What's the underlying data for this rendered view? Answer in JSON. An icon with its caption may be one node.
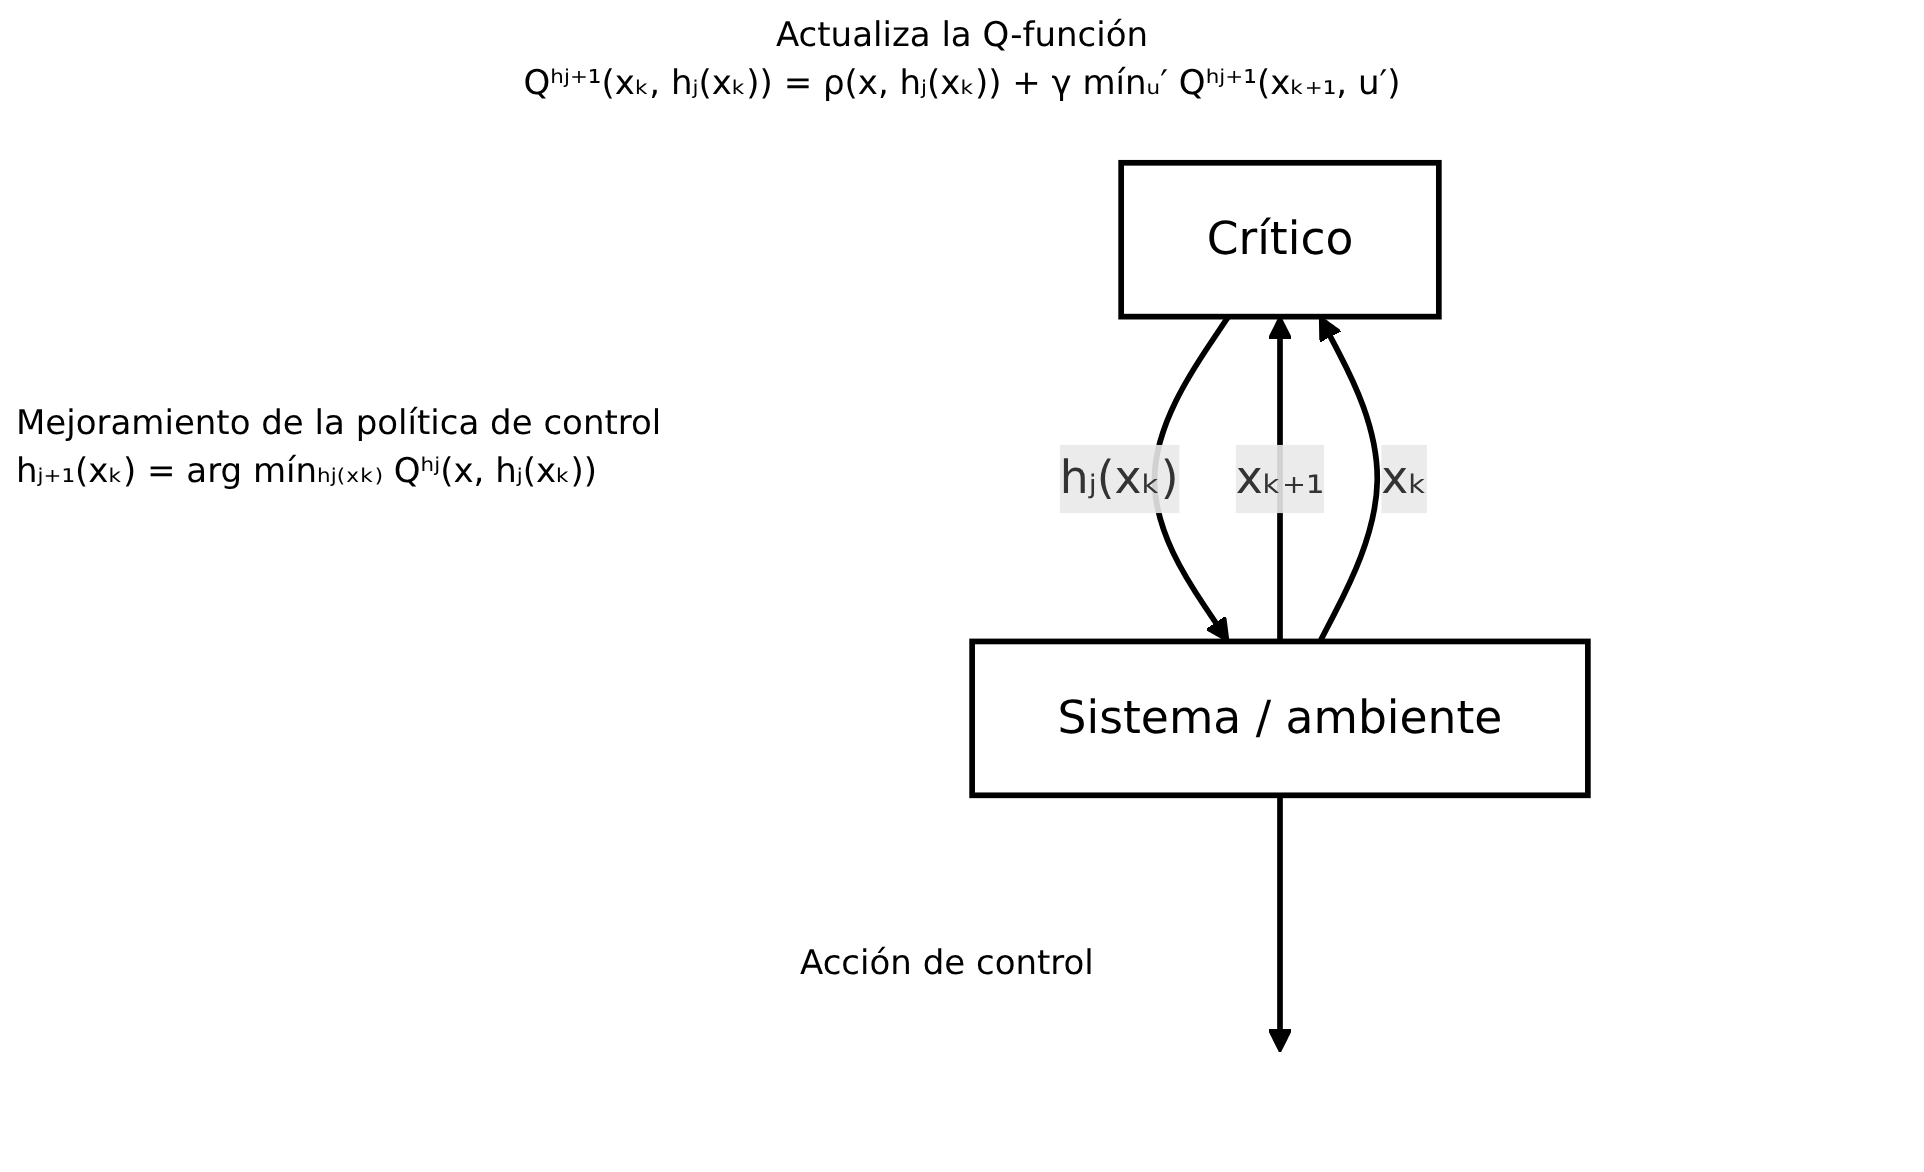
{
  "diagram": {
    "nodes": [
      {
        "text": [
          "Crítico"
        ]
      },
      {
        "text": [
          "Sistema / ambiente"
        ]
      }
    ],
    "edges": [
      {
        "from": 1,
        "to": 0,
        "label": "xₖ₊₁",
        "arrow": "to"
      },
      {
        "from": 0,
        "to": 1,
        "label": "hⱼ(xₖ)",
        "arrow": "to"
      },
      {
        "from": 1,
        "to": null,
        "arrow": "to"
      },
      {
        "from": 1,
        "to": 0,
        "label": "xₖ",
        "arrow": "to"
      }
    ],
    "labels": [
      "Actualiza la Q-función",
      "Qʰʲ⁺¹(xₖ, hⱼ(xₖ)) = ρ(x, hⱼ(xₖ)) + γ mínᵤ′ Qʰʲ⁺¹(xₖ₊₁, u′)",
      "Mejoramiento de la política de control",
      "hⱼ₊₁(xₖ) = arg mínₕⱼ₍ₓₖ₎ Qʰʲ(x, hⱼ(xₖ))",
      "Acción de control"
    ]
  }
}
